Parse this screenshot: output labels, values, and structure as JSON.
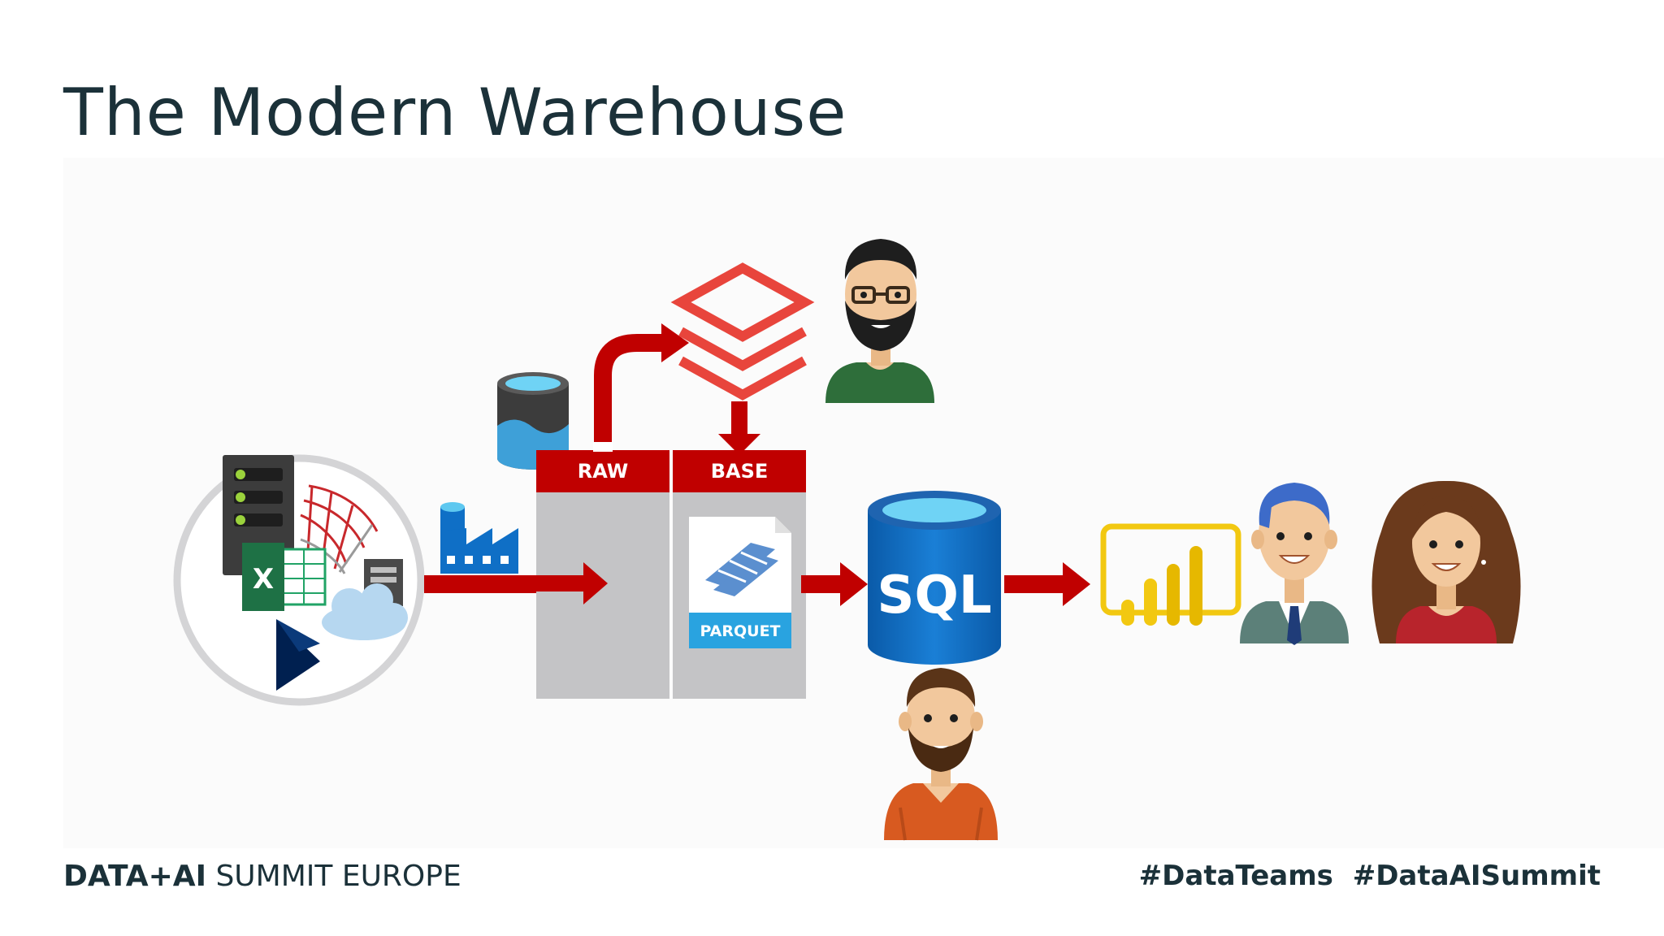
{
  "slide": {
    "title": "The Modern Warehouse"
  },
  "diagram": {
    "zones": {
      "raw_label": "RAW",
      "base_label": "BASE"
    },
    "parquet_label": "PARQUET",
    "sql_label": "SQL",
    "sources_icons": [
      "server-icon",
      "sql-server-icon",
      "excel-icon",
      "dynamics-icon",
      "cloud-server-icon"
    ],
    "icons": [
      "data-lake-icon",
      "data-factory-icon",
      "databricks-icon",
      "parquet-file-icon",
      "sql-database-icon",
      "power-bi-icon",
      "data-engineer-avatar",
      "data-analyst-avatar",
      "business-man-avatar",
      "business-woman-avatar"
    ],
    "colors": {
      "accent_red": "#c00000",
      "databricks_red": "#e8453c",
      "azure_blue": "#0f6fc6",
      "powerbi_yellow": "#f2c811",
      "zone_grey": "#c4c4c6"
    }
  },
  "footer": {
    "brand_bold": "DATA+AI",
    "brand_rest": "SUMMIT EUROPE",
    "hashtag_1": "#DataTeams",
    "hashtag_2": "#DataAISummit"
  }
}
